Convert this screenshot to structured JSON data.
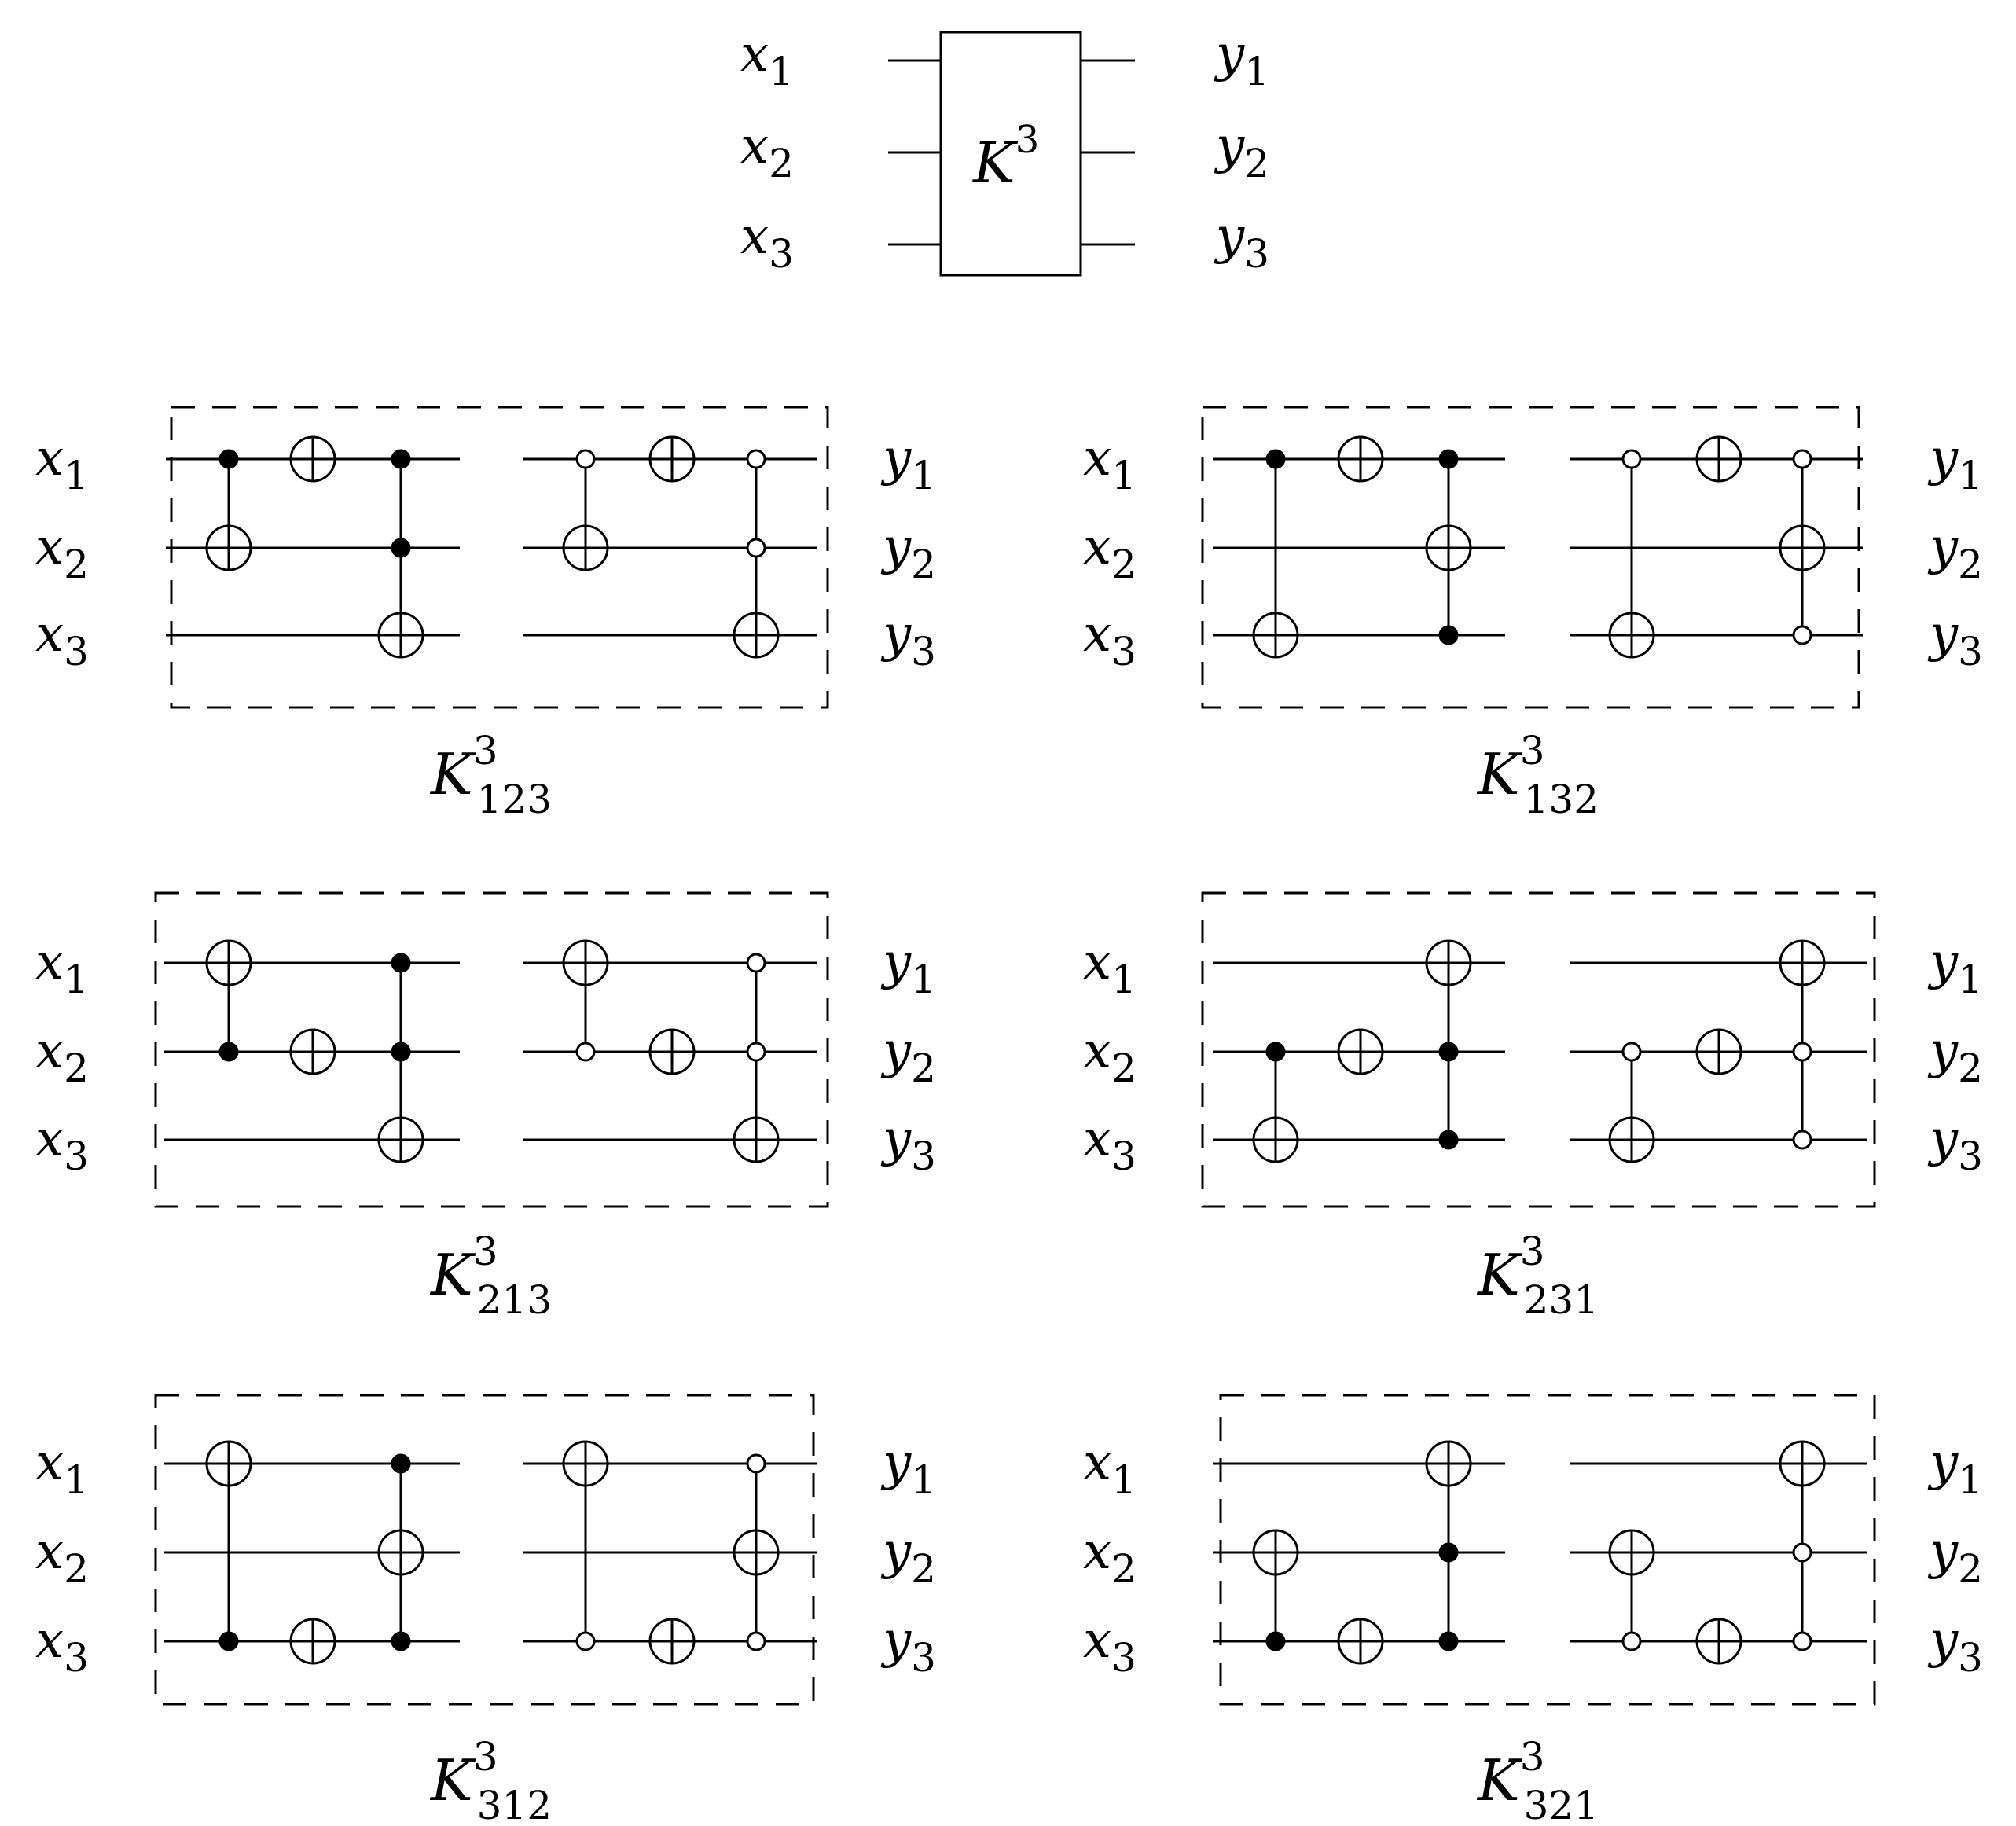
{
  "top_block": {
    "name": "K",
    "sup": "3",
    "inputs": [
      {
        "base": "x",
        "sub": "1"
      },
      {
        "base": "x",
        "sub": "2"
      },
      {
        "base": "x",
        "sub": "3"
      }
    ],
    "outputs": [
      {
        "base": "y",
        "sub": "1"
      },
      {
        "base": "y",
        "sub": "2"
      },
      {
        "base": "y",
        "sub": "3"
      }
    ]
  },
  "panels": [
    {
      "id": "K123",
      "caption": {
        "base": "K",
        "sup": "3",
        "sub": "123"
      },
      "inputs": [
        {
          "base": "x",
          "sub": "1"
        },
        {
          "base": "x",
          "sub": "2"
        },
        {
          "base": "x",
          "sub": "3"
        }
      ],
      "outputs": [
        {
          "base": "y",
          "sub": "1"
        },
        {
          "base": "y",
          "sub": "2"
        },
        {
          "base": "y",
          "sub": "3"
        }
      ],
      "halves": [
        {
          "control": "filled",
          "gates": [
            {
              "type": "cnot",
              "controls": [
                0
              ],
              "target": 1
            },
            {
              "type": "not",
              "target": 0
            },
            {
              "type": "cnot",
              "controls": [
                0,
                1
              ],
              "target": 2
            }
          ]
        },
        {
          "control": "open",
          "gates": [
            {
              "type": "cnot",
              "controls": [
                0
              ],
              "target": 1
            },
            {
              "type": "not",
              "target": 0
            },
            {
              "type": "cnot",
              "controls": [
                0,
                1
              ],
              "target": 2
            }
          ]
        }
      ]
    },
    {
      "id": "K132",
      "caption": {
        "base": "K",
        "sup": "3",
        "sub": "132"
      },
      "inputs": [
        {
          "base": "x",
          "sub": "1"
        },
        {
          "base": "x",
          "sub": "2"
        },
        {
          "base": "x",
          "sub": "3"
        }
      ],
      "outputs": [
        {
          "base": "y",
          "sub": "1"
        },
        {
          "base": "y",
          "sub": "2"
        },
        {
          "base": "y",
          "sub": "3"
        }
      ],
      "halves": [
        {
          "control": "filled",
          "gates": [
            {
              "type": "cnot",
              "controls": [
                0
              ],
              "target": 2
            },
            {
              "type": "not",
              "target": 0
            },
            {
              "type": "cnot",
              "controls": [
                0,
                2
              ],
              "target": 1
            }
          ]
        },
        {
          "control": "open",
          "gates": [
            {
              "type": "cnot",
              "controls": [
                0
              ],
              "target": 2
            },
            {
              "type": "not",
              "target": 0
            },
            {
              "type": "cnot",
              "controls": [
                0,
                2
              ],
              "target": 1
            }
          ]
        }
      ]
    },
    {
      "id": "K213",
      "caption": {
        "base": "K",
        "sup": "3",
        "sub": "213"
      },
      "inputs": [
        {
          "base": "x",
          "sub": "1"
        },
        {
          "base": "x",
          "sub": "2"
        },
        {
          "base": "x",
          "sub": "3"
        }
      ],
      "outputs": [
        {
          "base": "y",
          "sub": "1"
        },
        {
          "base": "y",
          "sub": "2"
        },
        {
          "base": "y",
          "sub": "3"
        }
      ],
      "halves": [
        {
          "control": "filled",
          "gates": [
            {
              "type": "cnot",
              "controls": [
                1
              ],
              "target": 0
            },
            {
              "type": "not",
              "target": 1
            },
            {
              "type": "cnot",
              "controls": [
                0,
                1
              ],
              "target": 2
            }
          ]
        },
        {
          "control": "open",
          "gates": [
            {
              "type": "cnot",
              "controls": [
                1
              ],
              "target": 0
            },
            {
              "type": "not",
              "target": 1
            },
            {
              "type": "cnot",
              "controls": [
                0,
                1
              ],
              "target": 2
            }
          ]
        }
      ]
    },
    {
      "id": "K231",
      "caption": {
        "base": "K",
        "sup": "3",
        "sub": "231"
      },
      "inputs": [
        {
          "base": "x",
          "sub": "1"
        },
        {
          "base": "x",
          "sub": "2"
        },
        {
          "base": "x",
          "sub": "3"
        }
      ],
      "outputs": [
        {
          "base": "y",
          "sub": "1"
        },
        {
          "base": "y",
          "sub": "2"
        },
        {
          "base": "y",
          "sub": "3"
        }
      ],
      "halves": [
        {
          "control": "filled",
          "gates": [
            {
              "type": "cnot",
              "controls": [
                1
              ],
              "target": 2
            },
            {
              "type": "not",
              "target": 1
            },
            {
              "type": "cnot",
              "controls": [
                1,
                2
              ],
              "target": 0
            }
          ]
        },
        {
          "control": "open",
          "gates": [
            {
              "type": "cnot",
              "controls": [
                1
              ],
              "target": 2
            },
            {
              "type": "not",
              "target": 1
            },
            {
              "type": "cnot",
              "controls": [
                1,
                2
              ],
              "target": 0
            }
          ]
        }
      ]
    },
    {
      "id": "K312",
      "caption": {
        "base": "K",
        "sup": "3",
        "sub": "312"
      },
      "inputs": [
        {
          "base": "x",
          "sub": "1"
        },
        {
          "base": "x",
          "sub": "2"
        },
        {
          "base": "x",
          "sub": "3"
        }
      ],
      "outputs": [
        {
          "base": "y",
          "sub": "1"
        },
        {
          "base": "y",
          "sub": "2"
        },
        {
          "base": "y",
          "sub": "3"
        }
      ],
      "halves": [
        {
          "control": "filled",
          "gates": [
            {
              "type": "cnot",
              "controls": [
                2
              ],
              "target": 0
            },
            {
              "type": "not",
              "target": 2
            },
            {
              "type": "cnot",
              "controls": [
                0,
                2
              ],
              "target": 1
            }
          ]
        },
        {
          "control": "open",
          "gates": [
            {
              "type": "cnot",
              "controls": [
                2
              ],
              "target": 0
            },
            {
              "type": "not",
              "target": 2
            },
            {
              "type": "cnot",
              "controls": [
                0,
                2
              ],
              "target": 1
            }
          ]
        }
      ]
    },
    {
      "id": "K321",
      "caption": {
        "base": "K",
        "sup": "3",
        "sub": "321"
      },
      "inputs": [
        {
          "base": "x",
          "sub": "1"
        },
        {
          "base": "x",
          "sub": "2"
        },
        {
          "base": "x",
          "sub": "3"
        }
      ],
      "outputs": [
        {
          "base": "y",
          "sub": "1"
        },
        {
          "base": "y",
          "sub": "2"
        },
        {
          "base": "y",
          "sub": "3"
        }
      ],
      "halves": [
        {
          "control": "filled",
          "gates": [
            {
              "type": "cnot",
              "controls": [
                2
              ],
              "target": 1
            },
            {
              "type": "not",
              "target": 2
            },
            {
              "type": "cnot",
              "controls": [
                1,
                2
              ],
              "target": 0
            }
          ]
        },
        {
          "control": "open",
          "gates": [
            {
              "type": "cnot",
              "controls": [
                2
              ],
              "target": 1
            },
            {
              "type": "not",
              "target": 2
            },
            {
              "type": "cnot",
              "controls": [
                1,
                2
              ],
              "target": 0
            }
          ]
        }
      ]
    }
  ]
}
